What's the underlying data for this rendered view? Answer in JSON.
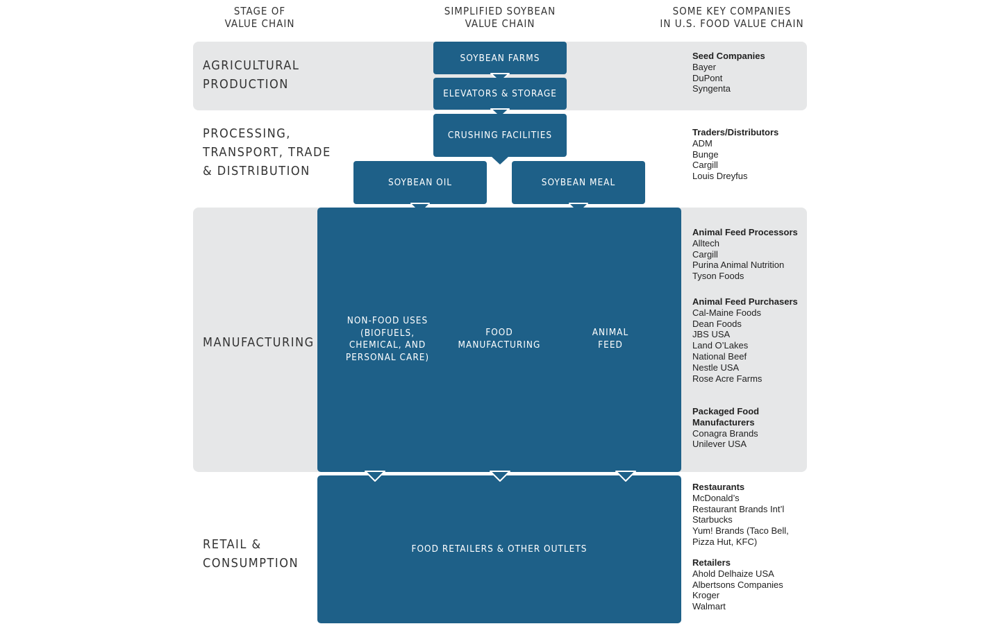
{
  "headers": {
    "stage": "STAGE OF\nVALUE CHAIN",
    "chain": "SIMPLIFIED SOYBEAN\nVALUE CHAIN",
    "companies": "SOME KEY COMPANIES\nIN U.S. FOOD VALUE CHAIN"
  },
  "stages": {
    "agricultural": "AGRICULTURAL\nPRODUCTION",
    "processing": "PROCESSING,\nTRANSPORT, TRADE\n& DISTRIBUTION",
    "manufacturing": "MANUFACTURING",
    "retail": "RETAIL &\nCONSUMPTION"
  },
  "boxes": {
    "farms": "SOYBEAN FARMS",
    "elevators": "ELEVATORS & STORAGE",
    "crushing": "CRUSHING FACILITIES",
    "oil": "SOYBEAN OIL",
    "meal": "SOYBEAN MEAL",
    "nonfood": "NON-FOOD USES\n(BIOFUELS,\nCHEMICAL, AND\nPERSONAL CARE)",
    "food": "FOOD\nMANUFACTURING",
    "feed": "ANIMAL\nFEED",
    "retail": "FOOD RETAILERS & OTHER OUTLETS"
  },
  "companies": {
    "seed": {
      "title": "Seed Companies",
      "items": [
        "Bayer",
        "DuPont",
        "Syngenta"
      ]
    },
    "traders": {
      "title": "Traders/Distributors",
      "items": [
        "ADM",
        "Bunge",
        "Cargill",
        "Louis Dreyfus"
      ]
    },
    "feed_processors": {
      "title": "Animal Feed Processors",
      "items": [
        "Alltech",
        "Cargill",
        "Purina Animal Nutrition",
        "Tyson Foods"
      ]
    },
    "feed_purchasers": {
      "title": "Animal Feed Purchasers",
      "items": [
        "Cal-Maine Foods",
        "Dean Foods",
        "JBS USA",
        "Land O’Lakes",
        "National Beef",
        "Nestle USA",
        "Rose Acre Farms"
      ]
    },
    "packaged": {
      "title": "Packaged Food Manufacturers",
      "items": [
        "Conagra Brands",
        "Unilever USA"
      ]
    },
    "restaurants": {
      "title": "Restaurants",
      "items": [
        "McDonald’s",
        "Restaurant Brands Int’l",
        "Starbucks",
        "Yum! Brands (Taco Bell, Pizza Hut, KFC)"
      ]
    },
    "retailers": {
      "title": "Retailers",
      "items": [
        "Ahold Delhaize USA",
        "Albertsons Companies",
        "Kroger",
        "Walmart"
      ]
    }
  },
  "colors": {
    "box": "#1e6088",
    "band": "#e6e7e8"
  }
}
